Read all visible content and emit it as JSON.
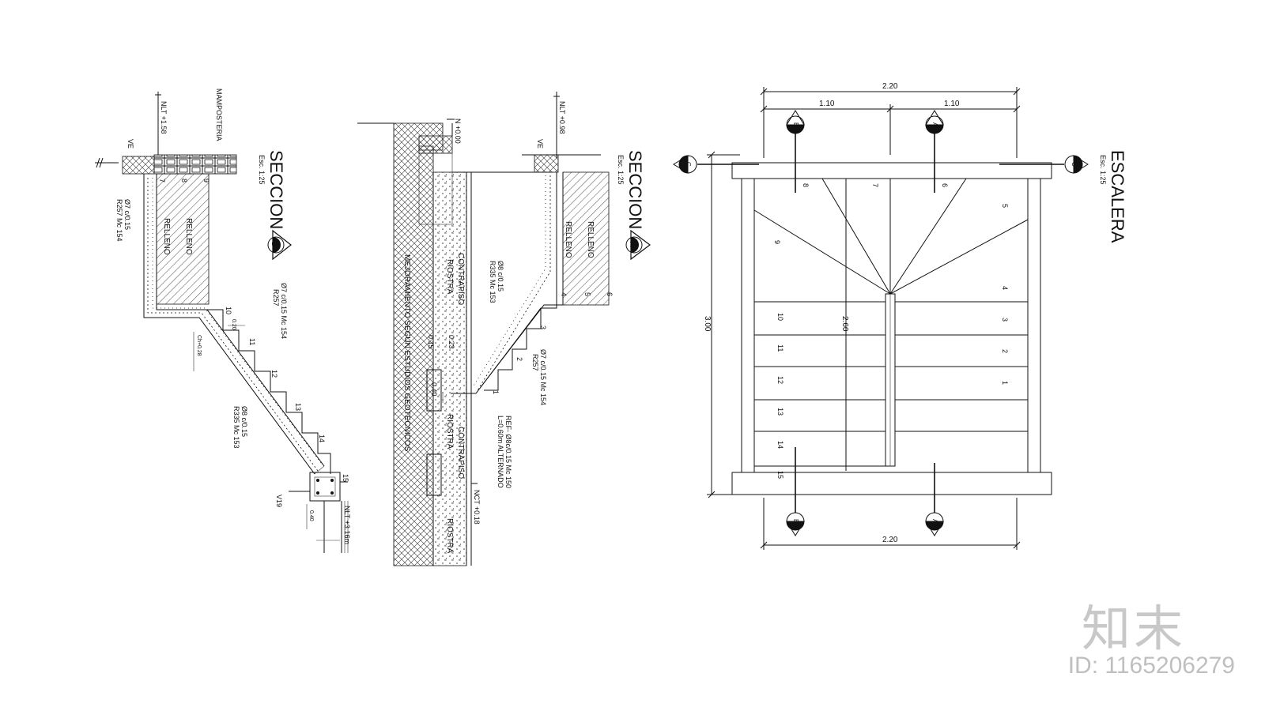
{
  "section_b": {
    "title": "SECCION",
    "marker": "B",
    "scale": "Esc. 1:25",
    "level_top": "NLT +1.58",
    "level_bottom": "NLT +3.16m",
    "masonry": "MAMPOSTERIA",
    "ve": "VE",
    "fill_1": "RELLENO",
    "fill_2": "RELLENO",
    "rebar_1": "Ø7 c/0.15",
    "rebar_1b": "R257 Mc 154",
    "rebar_2": "Ø7 c/0.15 Mc 154",
    "rebar_2b": "R257",
    "rebar_3": "Ø8 c/0.15",
    "rebar_3b": "R335 Mc 153",
    "beam": "V19",
    "dim_020": "0.20",
    "dim_ch": "Ch+0.28",
    "dim_040": "0.40",
    "steps": [
      "7",
      "8",
      "9",
      "10",
      "11",
      "12",
      "13",
      "14",
      "15"
    ]
  },
  "section_a": {
    "title": "SECCION",
    "marker": "A",
    "scale": "Esc. 1:25",
    "level_n": "N +0.00",
    "level_top": "NLT +0.98",
    "level_nct": "NCT +0.18",
    "ve": "VE",
    "fill_1": "RELLENO",
    "fill_2": "RELLENO",
    "contrapiso_1": "CONTRAPISO",
    "riostra_1": "RIOSTRA",
    "contrapiso_2": "CONTRAPISO",
    "riostra_2": "RIOSTRA",
    "riostra_3": "RIOSTRA",
    "mejoramiento": "MEJORAMIENTO SEGUN ESTUDIOS GEOTECNICOS",
    "rebar_1": "Ø8 c/0.15",
    "rebar_1b": "R335 Mc 153",
    "rebar_2": "Ø7 c/0.15 Mc 154",
    "rebar_2b": "R257",
    "ref_1": "REF- Ø8c/0.15  Mc 150",
    "ref_2": "L=0.60m  ALTERNADO",
    "dim_023": "0.23",
    "dim_015": "0.15",
    "dim_040": "0.40",
    "steps": [
      "1",
      "2",
      "3",
      "4",
      "5",
      "6"
    ]
  },
  "plan": {
    "title": "ESCALERA",
    "scale": "Esc. 1:25",
    "dim_total_top": "2.20",
    "dim_half_left": "1.10",
    "dim_half_right": "1.10",
    "dim_total_bottom": "2.20",
    "dim_height": "3.00",
    "dim_inner": "2.60",
    "marker_a": "A",
    "marker_b": "B",
    "marker_c": "C",
    "right_steps": [
      "1",
      "2",
      "3",
      "4",
      "5",
      "6"
    ],
    "top_steps": [
      "7",
      "8",
      "9"
    ],
    "left_steps": [
      "10",
      "11",
      "12",
      "13",
      "14",
      "15"
    ]
  },
  "watermark": {
    "logo": "知末",
    "id": "ID: 1165206279"
  }
}
